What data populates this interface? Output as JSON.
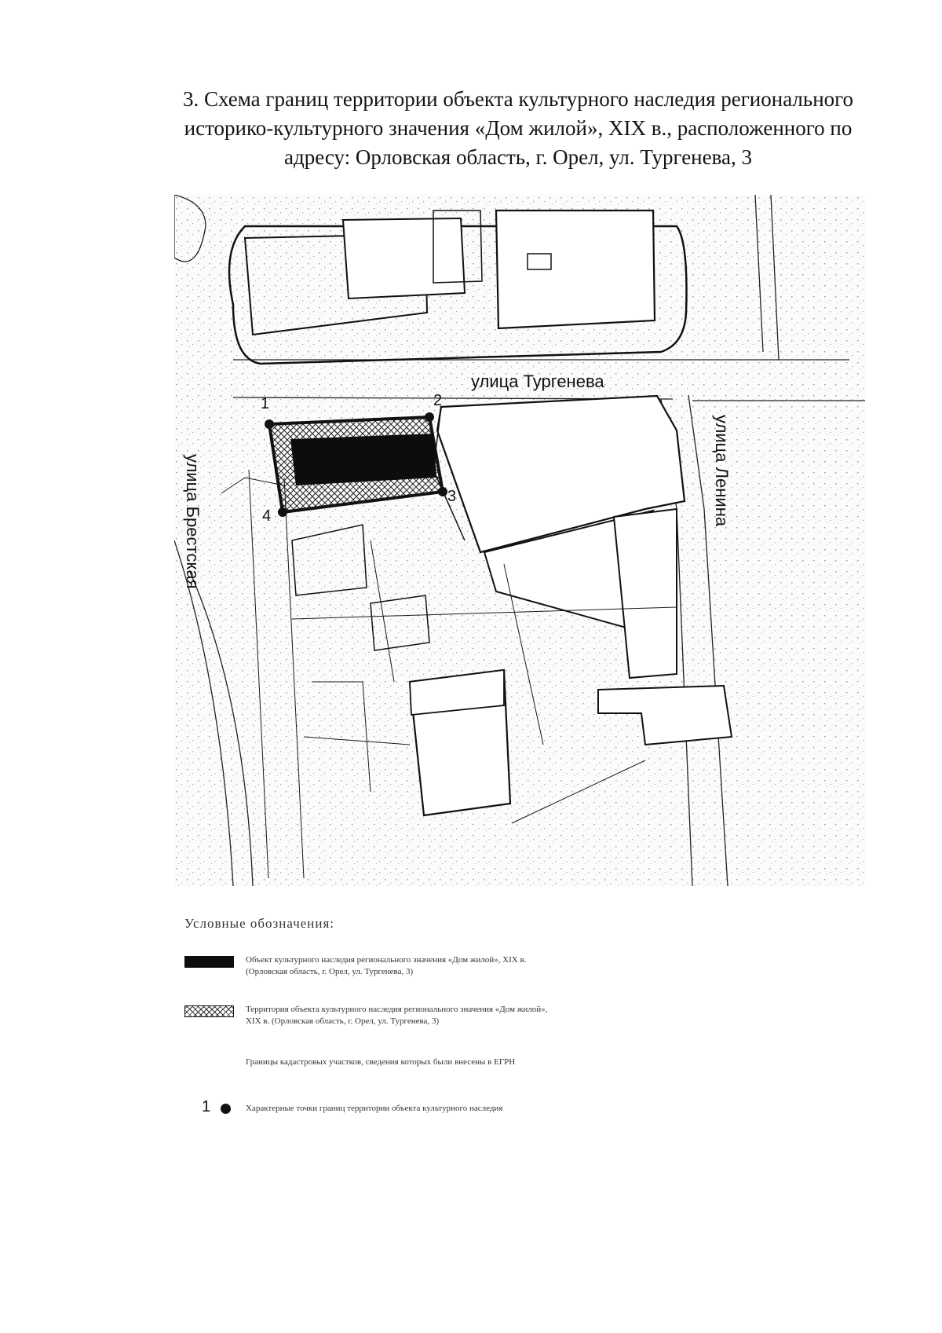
{
  "title_lines": [
    "3. Схема границ территории объекта культурного наследия регионального",
    "историко-культурного значения «Дом жилой», XIX в., расположенного по",
    "адресу: Орловская область, г. Орел, ул. Тургенева, 3"
  ],
  "map": {
    "street_labels": {
      "turgeneva": "улица Тургенева",
      "brestskaya": "улица Брестская",
      "lenina": "улица Ленина"
    },
    "boundary_points": [
      {
        "label": "1"
      },
      {
        "label": "2"
      },
      {
        "label": "3"
      },
      {
        "label": "4"
      }
    ],
    "colors": {
      "object_fill": "#0d0d0d",
      "boundary": "#111111",
      "cadastral": "#1a1a1a"
    }
  },
  "legend": {
    "title": "Условные обозначения:",
    "items": [
      {
        "text": "Объект культурного наследия регионального значения «Дом жилой», XIX в. (Орловская область, г. Орел, ул. Тургенева, 3)"
      },
      {
        "text": "Территория объекта культурного наследия регионального значения «Дом жилой», XIX в. (Орловская область, г. Орел, ул. Тургенева, 3)"
      },
      {
        "text": "Границы кадастровых участков, сведения которых были внесены в ЕГРН"
      },
      {
        "point_label": "1",
        "text": "Характерные точки границ территории объекта культурного наследия"
      }
    ]
  }
}
